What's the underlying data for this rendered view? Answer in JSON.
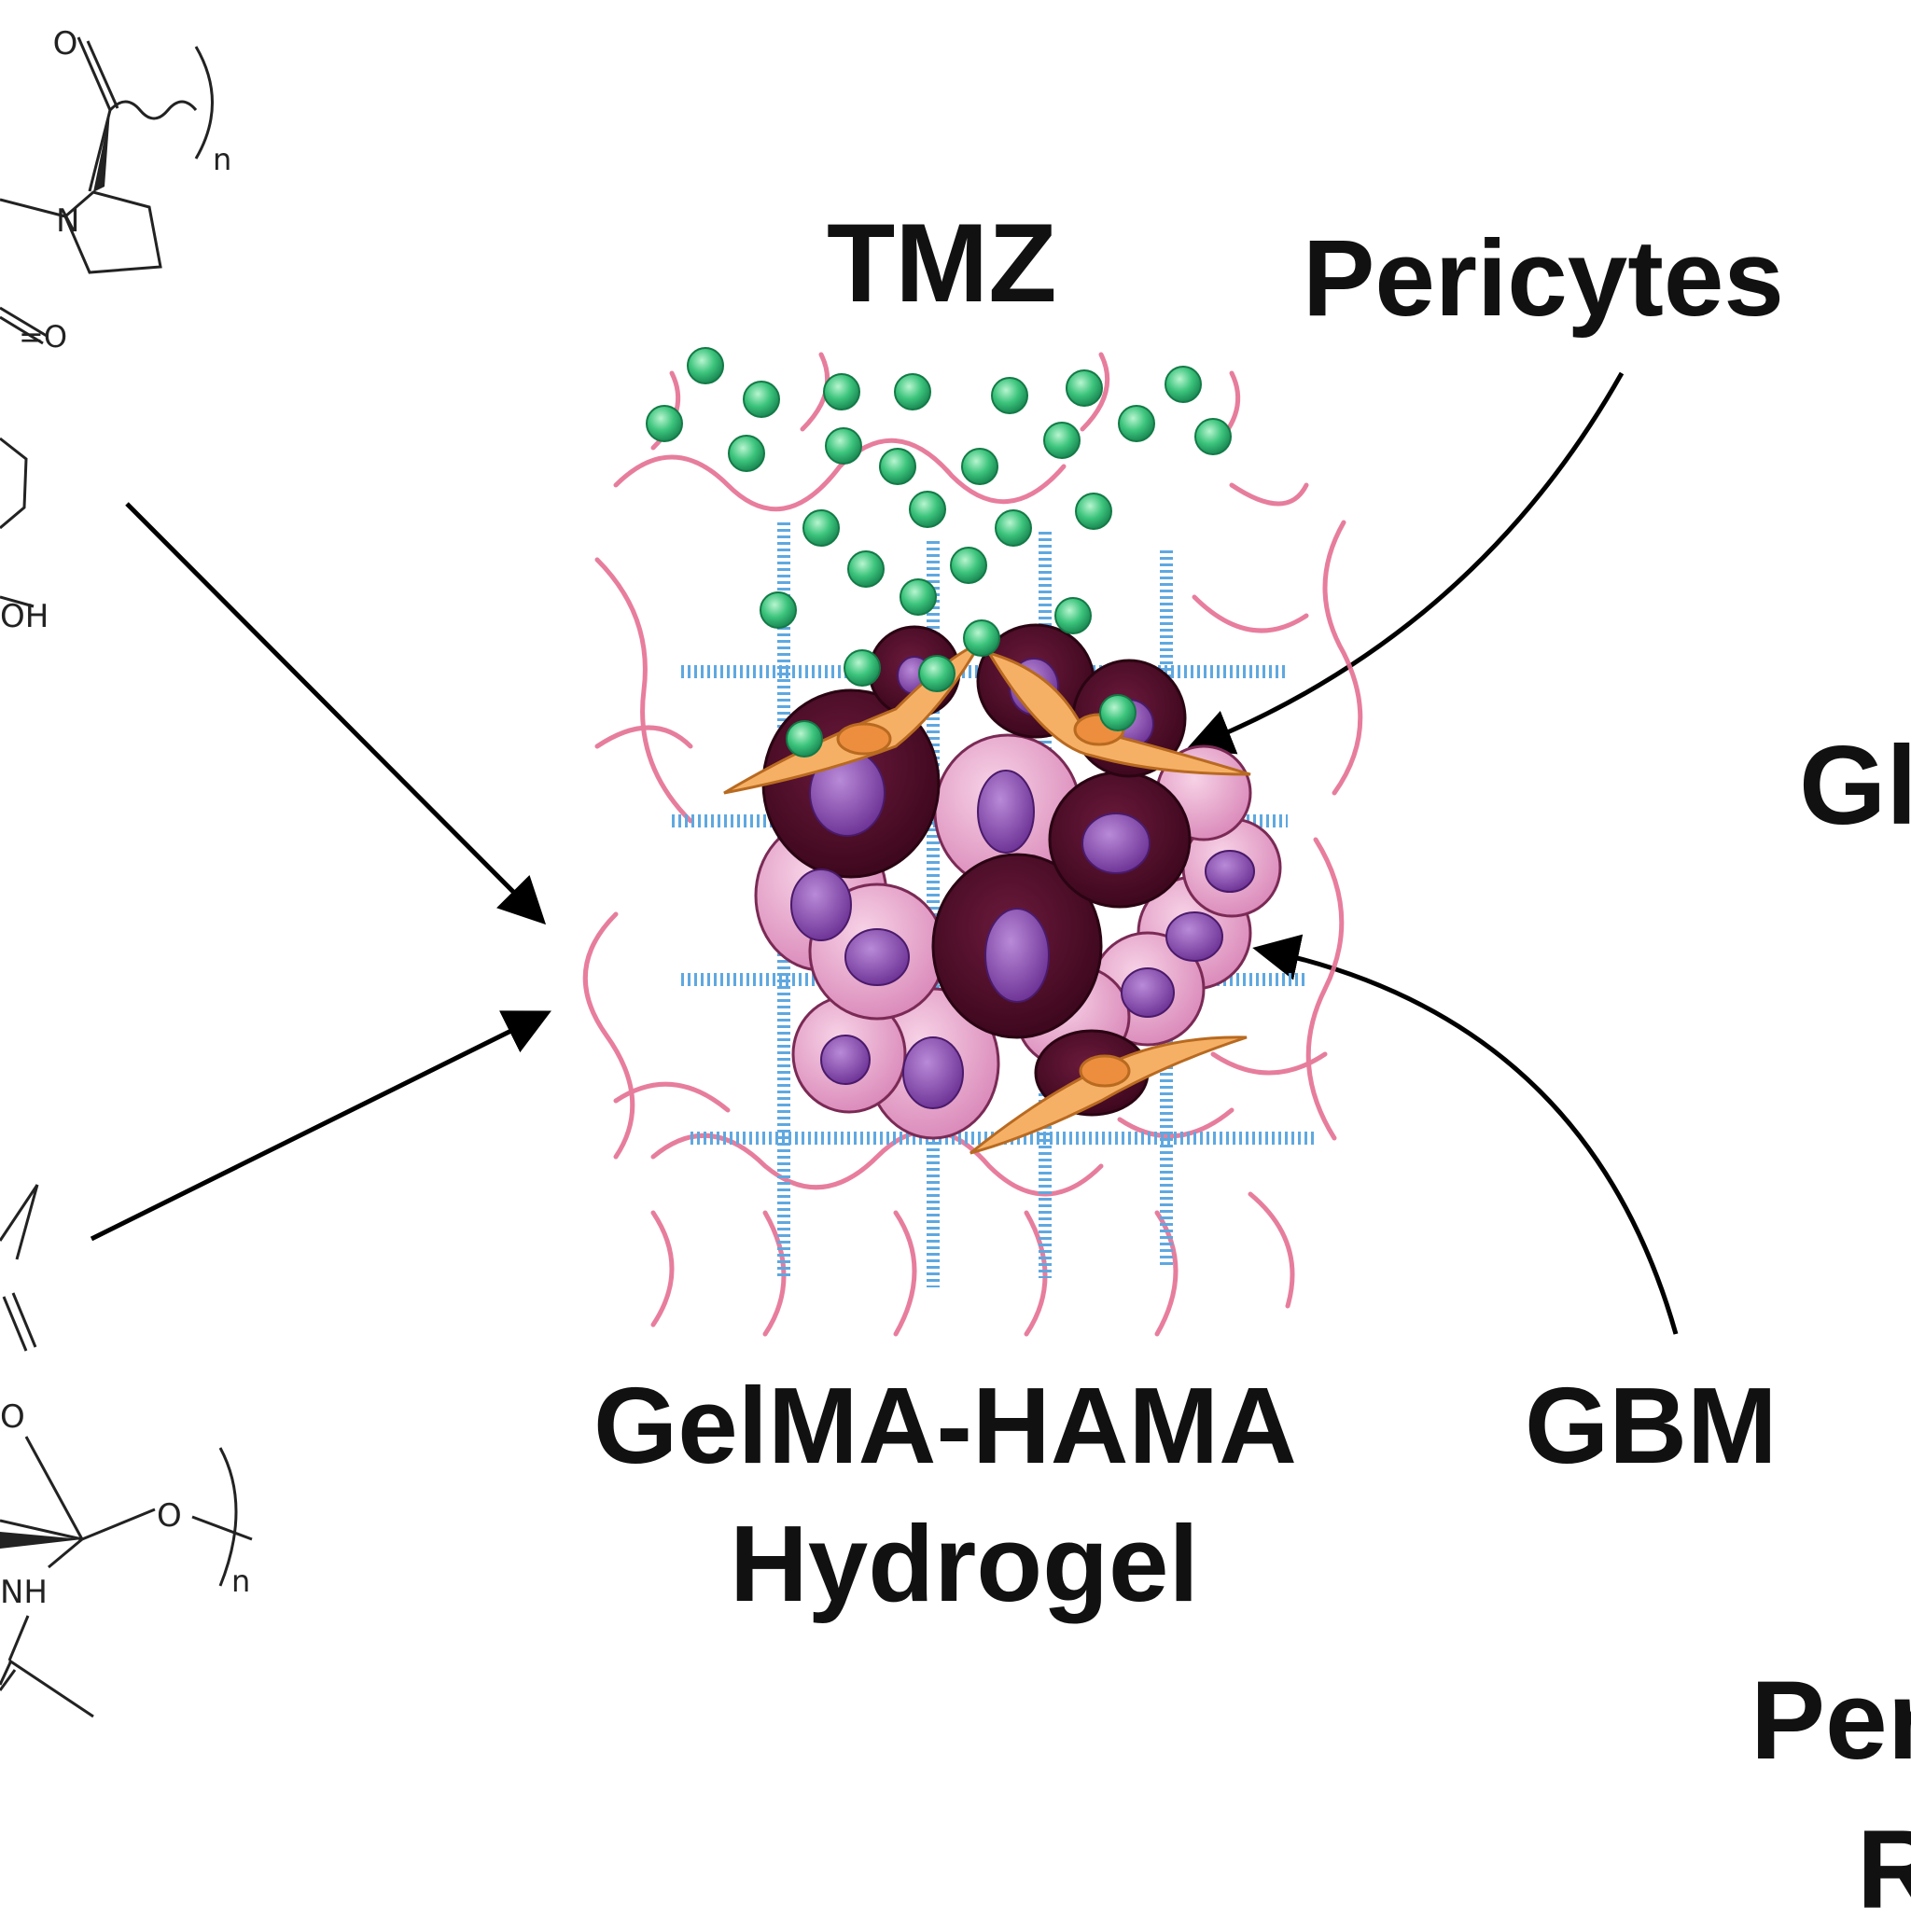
{
  "labels": {
    "tmz": "TMZ",
    "pericytes": "Pericytes",
    "hydrogel_line1": "GelMA-HAMA",
    "hydrogel_line2": "Hydrogel",
    "gbm": "GBM",
    "cut_gl": "Gl",
    "cut_per": "Per",
    "cut_r": "R"
  },
  "chemistry": {
    "n_top": "n",
    "n_bottom": "n",
    "O_top": "O",
    "N_ring": "N",
    "O_carbonyl": "=O",
    "OH": "OH",
    "O_ring": "O",
    "O_link": "O",
    "NH": "NH"
  },
  "colors": {
    "tmz_bead": "#3cc47c",
    "pink_fiber": "#e56f93",
    "blue_fiber": "#5fa8e0",
    "pericyte": "#f6b066",
    "dark_cell": "#4b0a24",
    "light_cell": "#e9a3cb",
    "nucleus": "#8a4cb0",
    "text": "#111111"
  }
}
